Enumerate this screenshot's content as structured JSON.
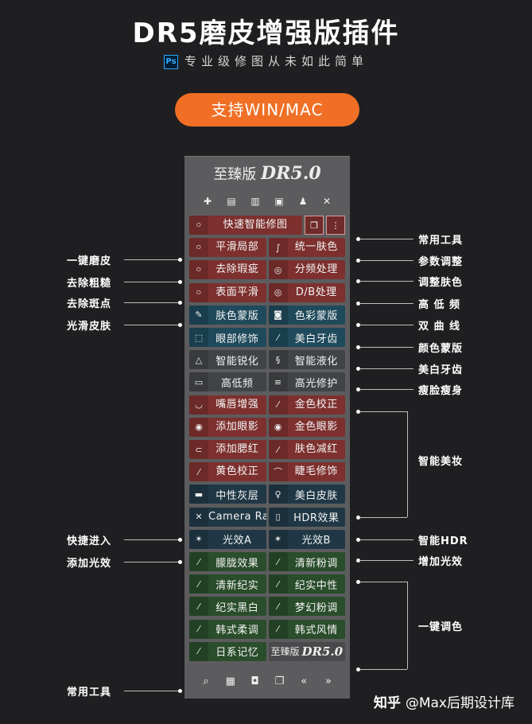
{
  "header": {
    "title": "DR5磨皮增强版插件",
    "ps_badge": "Ps",
    "subtitle": "专业级修图从未如此简单",
    "platform_button": "支持WIN/MAC"
  },
  "panel": {
    "brand_prefix": "至臻版",
    "brand_name": "DR5.0",
    "top_icons": [
      "heal-icon",
      "bandage-icon",
      "bandage2-icon",
      "chip-icon",
      "person-icon",
      "person-x-icon"
    ],
    "rows": [
      {
        "left": {
          "label": "快速智能修图",
          "icon": "lasso-icon"
        },
        "extra": [
          "layers-icon",
          "sliders-icon"
        ]
      },
      {
        "left": {
          "label": "平滑局部",
          "icon": "lasso-icon"
        },
        "right": {
          "label": "统一肤色",
          "icon": "brush-icon"
        }
      },
      {
        "left": {
          "label": "去除瑕疵",
          "icon": "lasso-icon"
        },
        "right": {
          "label": "分频处理",
          "icon": "circle-icon"
        }
      },
      {
        "left": {
          "label": "表面平滑",
          "icon": "lasso-icon"
        },
        "right": {
          "label": "D/B处理",
          "icon": "circle-icon"
        }
      },
      {
        "left": {
          "label": "肤色蒙版",
          "icon": "picker-icon"
        },
        "right": {
          "label": "色彩蒙版",
          "icon": "camera-icon"
        }
      },
      {
        "left": {
          "label": "眼部修饰",
          "icon": "select-icon"
        },
        "right": {
          "label": "美白牙齿",
          "icon": "pen-icon"
        }
      },
      {
        "left": {
          "label": "智能锐化",
          "icon": "triangle-icon"
        },
        "right": {
          "label": "智能液化",
          "icon": "wave-icon"
        }
      },
      {
        "left": {
          "label": "高低频",
          "icon": "frame-icon"
        },
        "right": {
          "label": "高光修护",
          "icon": "lines-icon"
        }
      },
      {
        "left": {
          "label": "嘴唇增强",
          "icon": "lips-icon"
        },
        "right": {
          "label": "金色校正",
          "icon": "dropper-icon"
        }
      },
      {
        "left": {
          "label": "添加眼影",
          "icon": "eye-icon"
        },
        "right": {
          "label": "金色眼影",
          "icon": "eye-icon"
        }
      },
      {
        "left": {
          "label": "添加腮红",
          "icon": "blush-icon"
        },
        "right": {
          "label": "肤色减红",
          "icon": "dropper-icon"
        }
      },
      {
        "left": {
          "label": "黄色校正",
          "icon": "dropper-icon"
        },
        "right": {
          "label": "睫毛修饰",
          "icon": "lash-icon"
        }
      },
      {
        "left": {
          "label": "中性灰层",
          "icon": "stack-icon"
        },
        "right": {
          "label": "美白皮肤",
          "icon": "bottle-icon"
        }
      },
      {
        "left": {
          "label": "Camera Raw",
          "icon": "close-icon"
        },
        "right": {
          "label": "HDR效果",
          "icon": "doc-icon"
        }
      },
      {
        "left": {
          "label": "光效A",
          "icon": "burst-icon"
        },
        "right": {
          "label": "光效B",
          "icon": "burst-icon"
        }
      },
      {
        "left": {
          "label": "朦胧效果",
          "icon": "wand-icon"
        },
        "right": {
          "label": "清新粉调",
          "icon": "wand-icon"
        }
      },
      {
        "left": {
          "label": "清新纪实",
          "icon": "wand-icon"
        },
        "right": {
          "label": "纪实中性",
          "icon": "wand-icon"
        }
      },
      {
        "left": {
          "label": "纪实黑白",
          "icon": "wand-icon"
        },
        "right": {
          "label": "梦幻粉调",
          "icon": "wand-icon"
        }
      },
      {
        "left": {
          "label": "韩式柔调",
          "icon": "wand-icon"
        },
        "right": {
          "label": "韩式风情",
          "icon": "wand-icon"
        }
      },
      {
        "left": {
          "label": "日系记忆",
          "icon": "wand-icon"
        }
      }
    ],
    "bottom_icons": [
      "search-icon",
      "film-icon",
      "focus-icon",
      "copy-icon",
      "prev-icon",
      "next-icon"
    ]
  },
  "annotations": {
    "left": [
      "一键磨皮",
      "去除粗糙",
      "去除斑点",
      "光滑皮肤",
      "快捷进入",
      "添加光效",
      "常用工具"
    ],
    "right": [
      "常用工具",
      "参数调整",
      "调整肤色",
      "高 低 频",
      "双 曲 线",
      "颜色蒙版",
      "美白牙齿",
      "瘦脸瘦身",
      "智能美妆",
      "智能HDR",
      "增加光效",
      "一键调色"
    ]
  },
  "footer": {
    "site": "知乎",
    "handle": "@Max后期设计库"
  }
}
